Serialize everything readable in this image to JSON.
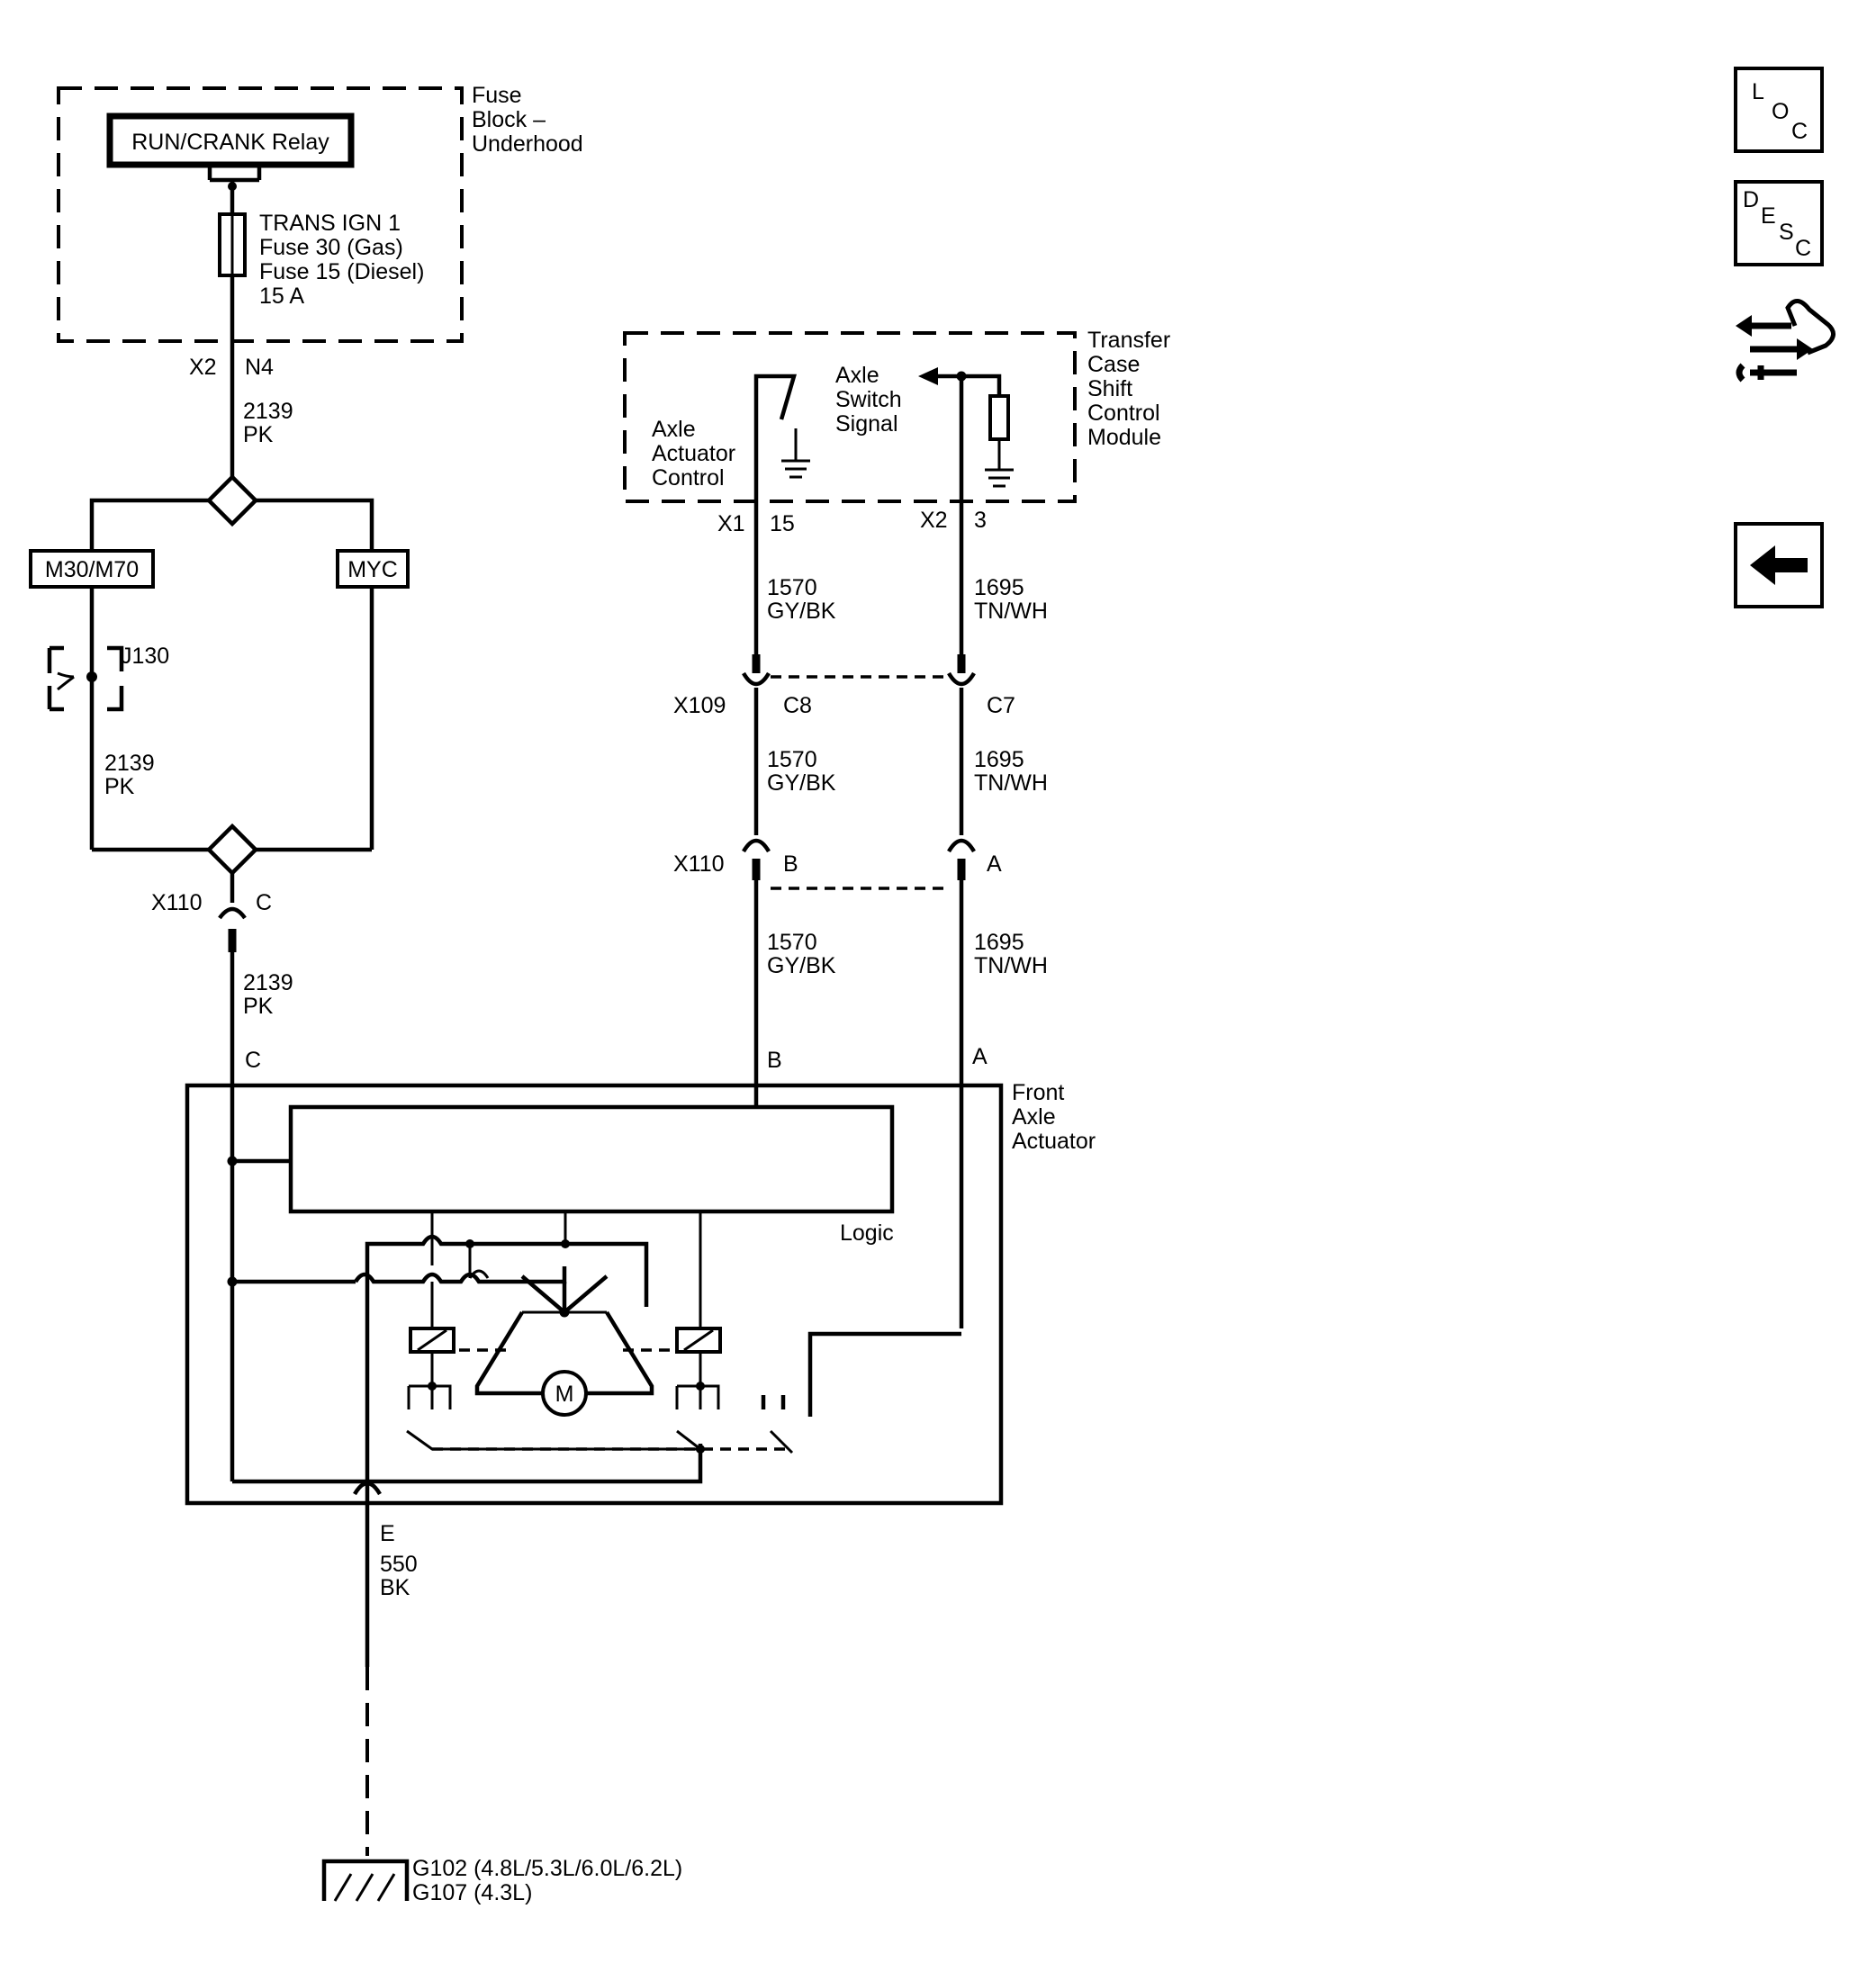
{
  "fuse_block": {
    "title_lines": [
      "Fuse",
      "Block –",
      "Underhood"
    ],
    "relay_label": "RUN/CRANK Relay",
    "fuse_lines": [
      "TRANS IGN 1",
      "Fuse 30 (Gas)",
      "Fuse 15 (Diesel)",
      "15 A"
    ],
    "connector": "X2",
    "pin": "N4"
  },
  "wires": {
    "w2139_top": {
      "circuit": "2139",
      "color": "PK"
    },
    "w2139_mid": {
      "circuit": "2139",
      "color": "PK"
    },
    "w2139_low": {
      "circuit": "2139",
      "color": "PK"
    },
    "w1570_1": {
      "circuit": "1570",
      "color": "GY/BK"
    },
    "w1570_2": {
      "circuit": "1570",
      "color": "GY/BK"
    },
    "w1570_3": {
      "circuit": "1570",
      "color": "GY/BK"
    },
    "w1695_1": {
      "circuit": "1695",
      "color": "TN/WH"
    },
    "w1695_2": {
      "circuit": "1695",
      "color": "TN/WH"
    },
    "w1695_3": {
      "circuit": "1695",
      "color": "TN/WH"
    },
    "w550": {
      "circuit": "550",
      "color": "BK"
    }
  },
  "options": {
    "left": "M30/M70",
    "right": "MYC"
  },
  "splice": "J130",
  "connectors": {
    "x110_left": {
      "id": "X110",
      "pin": "C"
    },
    "x109": {
      "id": "X109",
      "pin_left": "C8",
      "pin_right": "C7"
    },
    "x110": {
      "id": "X110",
      "pin_left": "B",
      "pin_right": "A"
    }
  },
  "tccm": {
    "title_lines": [
      "Transfer",
      "Case",
      "Shift",
      "Control",
      "Module"
    ],
    "actuator_lines": [
      "Axle",
      "Actuator",
      "Control"
    ],
    "switch_lines": [
      "Axle",
      "Switch",
      "Signal"
    ],
    "x1": "X1",
    "x1_pin": "15",
    "x2": "X2",
    "x2_pin": "3"
  },
  "actuator": {
    "title_lines": [
      "Front",
      "Axle",
      "Actuator"
    ],
    "pin_c": "C",
    "pin_b": "B",
    "pin_a": "A",
    "pin_e": "E",
    "logic_label": "Logic",
    "motor_label": "M"
  },
  "ground": {
    "lines": [
      "G102 (4.8L/5.3L/6.0L/6.2L)",
      "G107 (4.3L)"
    ]
  },
  "nav": {
    "loc": [
      "L",
      "O",
      "C"
    ],
    "desc": [
      "D",
      "E",
      "S",
      "C"
    ]
  }
}
